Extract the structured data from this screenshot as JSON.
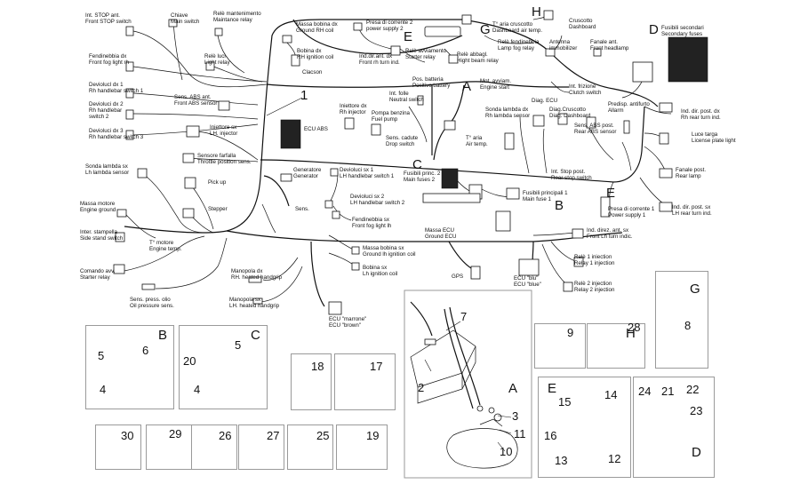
{
  "labels": {
    "int_stop": [
      "Int. STOP ant.",
      "Front STOP switch"
    ],
    "chiave": [
      "Chiave",
      "Main switch"
    ],
    "rele_mant": [
      "Relè mantenimento",
      "Maintance relay"
    ],
    "massa_bobina_dx": [
      "Massa bobina dx",
      "Ground RH coil"
    ],
    "presa_corrente2": [
      "Presa di corrente 2",
      "power supply 2"
    ],
    "aria_cruscotto": [
      "T° aria cruscotto",
      "Dashboard air temp."
    ],
    "cruscotto": [
      "Cruscotto",
      "Dashboard"
    ],
    "fusibili_sec": [
      "Fusibili secondari",
      "Secondary fuses"
    ],
    "rele_luci": [
      "Relè luci",
      "Light relay"
    ],
    "bobina_dx": [
      "Bobina dx",
      "RH ignition coil"
    ],
    "ind_ant_dx": [
      "Ind.dir.ant. dx",
      "Front rh turn ind."
    ],
    "rele_avv": [
      "Relè avviamento",
      "Starter relay"
    ],
    "rele_fend": [
      "Relè fendinebbia",
      "Lamp fog relay"
    ],
    "rele_abb": [
      "Relè abbagl.",
      "Hight beam relay"
    ],
    "antenna": [
      "Antenna",
      "immobilizer"
    ],
    "fanale_ant": [
      "Fanale ant.",
      "Front headlamp"
    ],
    "fendi_dx": [
      "Fendinebbia dx",
      "Front fog light rh"
    ],
    "clacson": [
      "Clacson"
    ],
    "pos_batteria": [
      "Pos. batteria",
      "Positive battery"
    ],
    "mot_avv": [
      "Mot. avviam.",
      "Engine start"
    ],
    "int_frizione": [
      "Int. frizione",
      "Clutch switch"
    ],
    "dev_dx1": [
      "Deviolucl dx 1",
      "Rh handlebar switch 1"
    ],
    "sens_abs_ant": [
      "Sens. ABS ant.",
      "Front ABS sensor"
    ],
    "int_folle": [
      "Int. folle",
      "Neutral switch"
    ],
    "sonda_dx": [
      "Sonda lambda dx",
      "Rh lambda sensor"
    ],
    "diag_ecu": [
      "Diag. ECU"
    ],
    "diag_cruscotto": [
      "Diag.Cruscotto",
      "Diag. Dashboard"
    ],
    "predisp": [
      "Predisp. antifurto",
      "Allarm"
    ],
    "ind_post_dx": [
      "Ind. dir. post. dx",
      "Rh rear turn ind."
    ],
    "dev_dx2": [
      "Devioluci dx 2",
      "Rh handlebar",
      "switch 2"
    ],
    "dev_dx3": [
      "Devioluci dx 3",
      "Rh handlebar switch 3"
    ],
    "iniettore_dx": [
      "Iniettore dx",
      "Rh injector"
    ],
    "pompa": [
      "Pompa benzina",
      "Fuel pump"
    ],
    "ecu_abs": [
      "ECU ABS"
    ],
    "sens_abs_post": [
      "Sens. ABS post.",
      "Rear ABS sensor"
    ],
    "luce_targa": [
      "Luce targa",
      "License plate light"
    ],
    "iniettore_sx": [
      "Iniettore sx",
      "LH. injector"
    ],
    "sens_cadute": [
      "Sens. cadute",
      "Drop switch"
    ],
    "aria": [
      "T° aria",
      "Air temp."
    ],
    "sensore_farfalla": [
      "Sensore farfalla",
      "Throttle position sens."
    ],
    "sonda_sx": [
      "Sonda lambda sx",
      "Lh lambda sensor"
    ],
    "generatore": [
      "Generatore",
      "Generator"
    ],
    "dev_sx1": [
      "Devioluci sx 1",
      "LH handlebar switch 1"
    ],
    "fus_princ2": [
      "Fusibili princ. 2",
      "Main fuses 2"
    ],
    "int_stop_post": [
      "Int. Stop post.",
      "Rear stop switch"
    ],
    "fanale_post": [
      "Fanale post.",
      "Rear lamp"
    ],
    "pick_up": [
      "Pick up"
    ],
    "fus_princ1": [
      "Fusibili principali 1",
      "Main fuse 1"
    ],
    "presa_corrente1": [
      "Presa di corrente 1",
      "Power supply 1"
    ],
    "ind_post_sx": [
      "Ind. dir. post. sx",
      "LH rear turn ind."
    ],
    "massa_motore": [
      "Massa motore",
      "Engine ground"
    ],
    "sens": [
      "Sens."
    ],
    "dev_sx2": [
      "Devioluci sx 2",
      "LH handlebar switch 2"
    ],
    "stepper": [
      "Stepper"
    ],
    "fendi_sx": [
      "Fendinebbia sx",
      "Front fog light lh"
    ],
    "massa_ecu": [
      "Massa ECU",
      "Ground ECU"
    ],
    "ind_ant_sx": [
      "Ind. direz. ant. sx",
      "Front Lh turn indic."
    ],
    "stampella": [
      "Inter. stampella",
      "Side stand switch"
    ],
    "t_motore": [
      "T° motore",
      "Engine temp."
    ],
    "massa_bobina_sx": [
      "Massa bobina sx",
      "Ground lh ignition coil"
    ],
    "rele1": [
      "Relè 1 iniection",
      "Relay 1 injection"
    ],
    "comando_avv": [
      "Comando avv.",
      "Starter relay"
    ],
    "bobina_sx": [
      "Bobina sx",
      "Lh ignition coil"
    ],
    "manopola_dx": [
      "Manopola dx",
      "RH. heated handgrip"
    ],
    "gps": [
      "GPS"
    ],
    "ecu_blu": [
      "ECU \"blu\"",
      "ECU \"blue\""
    ],
    "sens_olio": [
      "Sens. press. olio",
      "Oil pressure sens."
    ],
    "rele2": [
      "Relè 2 injection",
      "Relay 2 injection"
    ],
    "manopola_sx": [
      "Manopola sx",
      "LH. heated handgrip"
    ],
    "ecu_marrone": [
      "ECU \"marrone\"",
      "ECU \"brown\""
    ]
  },
  "letters": {
    "A1": "A",
    "B1": "B",
    "C1": "C",
    "D1": "D",
    "E1": "E",
    "G1": "G",
    "H1": "H",
    "A2": "A",
    "B2": "B",
    "C2": "C",
    "D2": "D",
    "E2": "E",
    "G2": "G",
    "H2": "H"
  },
  "numbers": {
    "n1": "1",
    "n2": "2",
    "n3": "3",
    "n4a": "4",
    "n4b": "4",
    "n5a": "5",
    "n5b": "5",
    "n6": "6",
    "n7": "7",
    "n8": "8",
    "n9": "9",
    "n10": "10",
    "n11": "11",
    "n12": "12",
    "n13": "13",
    "n14": "14",
    "n15": "15",
    "n16": "16",
    "n17": "17",
    "n18": "18",
    "n19": "19",
    "n20": "20",
    "n21": "21",
    "n22": "22",
    "n23": "23",
    "n24": "24",
    "n25": "25",
    "n26": "26",
    "n27": "27",
    "n28": "28",
    "n29": "29",
    "n30": "30"
  }
}
